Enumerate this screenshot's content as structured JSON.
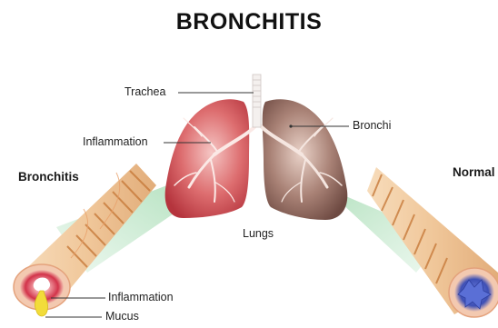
{
  "title": "BRONCHITIS",
  "labels": {
    "trachea": "Trachea",
    "inflammation_lung": "Inflammation",
    "bronchi": "Bronchi",
    "lungs": "Lungs",
    "bronchitis_side": "Bronchitis",
    "normal_side": "Normal",
    "inflammation_tube": "Inflammation",
    "mucus": "Mucus"
  },
  "colors": {
    "left_lung": "#c9474d",
    "right_lung": "#8a6258",
    "beam": "#bfe6c8",
    "tube_skin": "#f2cfa8",
    "tube_band": "#c77a3a",
    "inflamed_lumen": "#d2334a",
    "normal_lumen": "#4f63c9",
    "mucus": "#f2dc3a"
  }
}
